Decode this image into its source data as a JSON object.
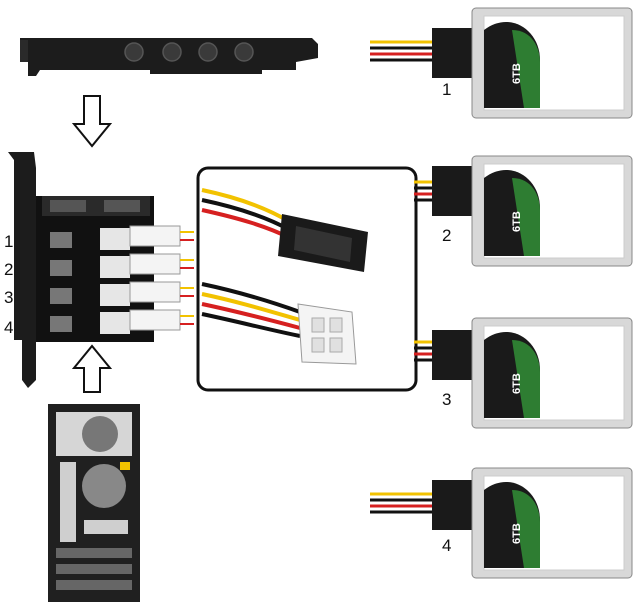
{
  "left_switch_numbers": [
    "1",
    "2",
    "3",
    "4"
  ],
  "drive_numbers": [
    "1",
    "2",
    "3",
    "4"
  ],
  "drive_capacity_label": "6TB",
  "colors": {
    "wire_yellow": "#f2c200",
    "wire_red": "#d62020",
    "wire_black": "#1a1a1a",
    "bracket": "#1c1c1c",
    "drive_metal": "#d8d8d8",
    "drive_label": "#ffffff",
    "tower": "#202020",
    "molex": "#f4f4f4"
  },
  "icons": [
    "down-arrow-icon",
    "up-arrow-icon"
  ]
}
